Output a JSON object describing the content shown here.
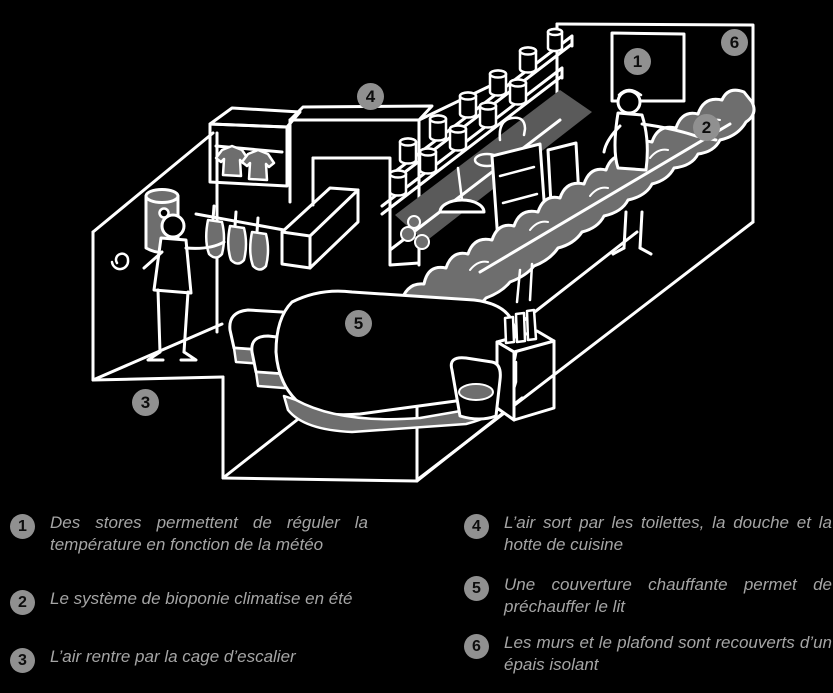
{
  "figure": {
    "background": "#000000",
    "stroke_color": "#ffffff",
    "plant_fill": "#6e6e6e",
    "badge_bg": "#909090",
    "badge_fg": "#0d0d0d",
    "callouts": [
      {
        "n": "1"
      },
      {
        "n": "2"
      },
      {
        "n": "3"
      },
      {
        "n": "4"
      },
      {
        "n": "5"
      },
      {
        "n": "6"
      }
    ]
  },
  "legend": {
    "text_color": "#a5a5a5",
    "items": [
      {
        "n": "1",
        "text": "Des stores permettent de réguler la température en fonction de la météo"
      },
      {
        "n": "2",
        "text": "Le système de bioponie climatise en été"
      },
      {
        "n": "3",
        "text": "L’air rentre par la cage d’escalier"
      },
      {
        "n": "4",
        "text": "L’air sort par les toilettes, la douche et la hotte de cuisine"
      },
      {
        "n": "5",
        "text": "Une couverture chauffante permet de préchauffer le lit"
      },
      {
        "n": "6",
        "text": "Les murs et le plafond sont recouverts d’un épais isolant"
      }
    ]
  }
}
